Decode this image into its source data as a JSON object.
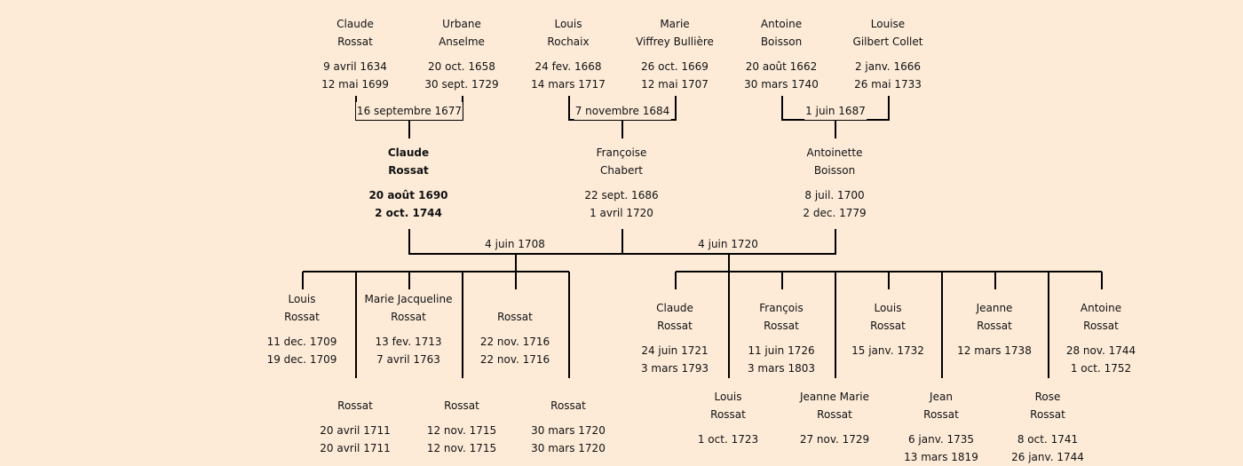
{
  "grandparents": [
    {
      "name": [
        "Claude",
        "Rossat"
      ],
      "dates": [
        "9 avril 1634",
        "12 mai 1699"
      ]
    },
    {
      "name": [
        "Urbane",
        "Anselme"
      ],
      "dates": [
        "20 oct. 1658",
        "30 sept. 1729"
      ]
    },
    {
      "name": [
        "Louis",
        "Rochaix"
      ],
      "dates": [
        "24 fev. 1668",
        "14 mars 1717"
      ]
    },
    {
      "name": [
        "Marie",
        "Viffrey Bullière"
      ],
      "dates": [
        "26 oct. 1669",
        "12 mai 1707"
      ]
    },
    {
      "name": [
        "Antoine",
        "Boisson"
      ],
      "dates": [
        "20 août 1662",
        "30 mars 1740"
      ]
    },
    {
      "name": [
        "Louise",
        "Gilbert Collet"
      ],
      "dates": [
        "2 janv. 1666",
        "26 mai 1733"
      ]
    }
  ],
  "grandparent_marriages": [
    "16 septembre 1677",
    "7 novembre 1684",
    "1 juin 1687"
  ],
  "parents": [
    {
      "name": [
        "Claude",
        "Rossat"
      ],
      "dates": [
        "20 août 1690",
        "2 oct. 1744"
      ],
      "focus": true
    },
    {
      "name": [
        "Françoise",
        "Chabert"
      ],
      "dates": [
        "22 sept. 1686",
        "1 avril 1720"
      ]
    },
    {
      "name": [
        "Antoinette",
        "Boisson"
      ],
      "dates": [
        "8 juil. 1700",
        "2 dec. 1779"
      ]
    }
  ],
  "parent_marriages": [
    "4 juin 1708",
    "4 juin 1720"
  ],
  "children_first_marriage": [
    {
      "name": [
        "Louis",
        "Rossat"
      ],
      "dates": [
        "11 dec. 1709",
        "19 dec. 1709"
      ]
    },
    {
      "name": [
        "Rossat"
      ],
      "dates": [
        "20 avril 1711",
        "20 avril 1711"
      ]
    },
    {
      "name": [
        "Marie Jacqueline",
        "Rossat"
      ],
      "dates": [
        "13 fev. 1713",
        "7 avril 1763"
      ]
    },
    {
      "name": [
        "Rossat"
      ],
      "dates": [
        "12 nov. 1715",
        "12 nov. 1715"
      ]
    },
    {
      "name": [
        "Rossat"
      ],
      "dates": [
        "22 nov. 1716",
        "22 nov. 1716"
      ]
    },
    {
      "name": [
        "Rossat"
      ],
      "dates": [
        "30 mars 1720",
        "30 mars 1720"
      ]
    }
  ],
  "children_second_marriage": [
    {
      "name": [
        "Claude",
        "Rossat"
      ],
      "dates": [
        "24 juin 1721",
        "3 mars 1793"
      ]
    },
    {
      "name": [
        "Louis",
        "Rossat"
      ],
      "dates": [
        "1 oct. 1723"
      ]
    },
    {
      "name": [
        "François",
        "Rossat"
      ],
      "dates": [
        "11 juin 1726",
        "3 mars 1803"
      ]
    },
    {
      "name": [
        "Jeanne Marie",
        "Rossat"
      ],
      "dates": [
        "27 nov. 1729"
      ]
    },
    {
      "name": [
        "Louis",
        "Rossat"
      ],
      "dates": [
        "15 janv. 1732"
      ]
    },
    {
      "name": [
        "Jean",
        "Rossat"
      ],
      "dates": [
        "6 janv. 1735",
        "13 mars 1819"
      ]
    },
    {
      "name": [
        "Jeanne",
        "Rossat"
      ],
      "dates": [
        "12 mars 1738"
      ]
    },
    {
      "name": [
        "Rose",
        "Rossat"
      ],
      "dates": [
        "8 oct. 1741",
        "26 janv. 1744"
      ]
    },
    {
      "name": [
        "Antoine",
        "Rossat"
      ],
      "dates": [
        "28 nov. 1744",
        "1 oct. 1752"
      ]
    }
  ]
}
